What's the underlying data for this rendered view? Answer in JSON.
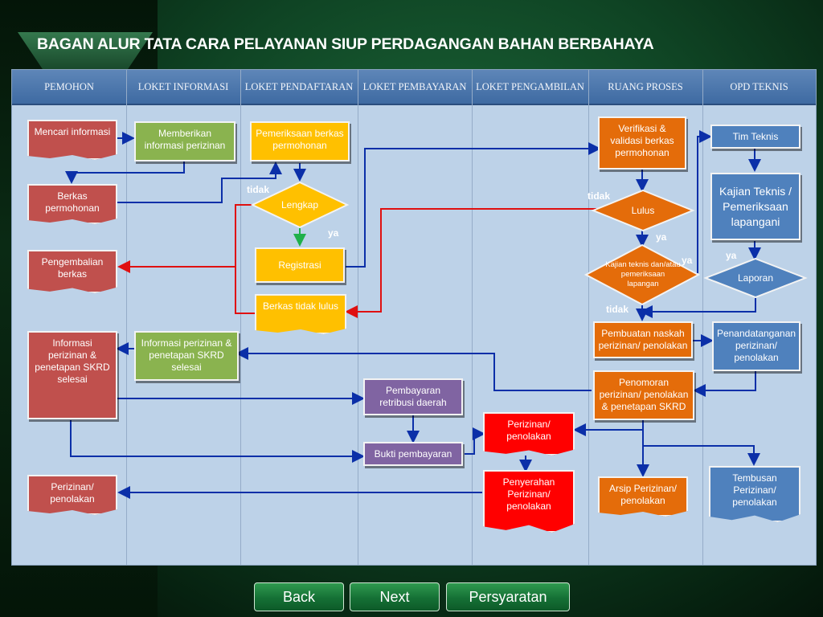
{
  "title": "BAGAN ALUR TATA CARA PELAYANAN SIUP PERDAGANGAN BAHAN BERBAHAYA",
  "columns": [
    {
      "label": "PEMOHON"
    },
    {
      "label": "LOKET INFORMASI"
    },
    {
      "label": "LOKET PENDAFTARAN"
    },
    {
      "label": "LOKET PEMBAYARAN"
    },
    {
      "label": "LOKET PENGAMBILAN"
    },
    {
      "label": "RUANG PROSES"
    },
    {
      "label": "OPD TEKNIS"
    }
  ],
  "nodes": {
    "mencari": "Mencari informasi",
    "berkas_permohonan": "Berkas permohonan",
    "pengembalian": "Pengembalian berkas",
    "info_selesai_pemohon": "Informasi perizinan & penetapan SKRD selesai",
    "perizinan_pemohon": "Perizinan/ penolakan",
    "memberikan_info": "Memberikan informasi perizinan",
    "info_selesai_loket": "Informasi perizinan & penetapan SKRD selesai",
    "pemeriksaan": "Pemeriksaan berkas permohonan",
    "lengkap": "Lengkap",
    "registrasi": "Registrasi",
    "berkas_tidak_lulus": "Berkas tidak lulus",
    "pembayaran_retribusi": "Pembayaran retribusi daerah",
    "bukti_pembayaran": "Bukti pembayaran",
    "perizinan_pengambilan": "Perizinan/ penolakan",
    "penyerahan": "Penyerahan Perizinan/ penolakan",
    "verifikasi": "Verifikasi & validasi berkas permohonan",
    "lulus": "Lulus",
    "kajian_teknis_diamond": "Kajian teknis dan/atau pemeriksaan lapangan",
    "pembuatan_naskah": "Pembuatan naskah perizinan/ penolakan",
    "penomoran": "Penomoran perizinan/ penolakan & penetapan SKRD",
    "arsip": "Arsip Perizinan/ penolakan",
    "tim_teknis": "Tim Teknis",
    "kajian_teknis_box": "Kajian Teknis / Pemeriksaan lapangani",
    "laporan": "Laporan",
    "penandatanganan": "Penandatanganan perizinan/ penolakan",
    "tembusan": "Tembusan Perizinan/ penolakan"
  },
  "labels": {
    "tidak": "tidak",
    "ya": "ya"
  },
  "nav": {
    "back": "Back",
    "next": "Next",
    "persyaratan": "Persyaratan"
  },
  "colors": {
    "flow_blue": "#0b2fa8",
    "flow_red": "#e01010",
    "flow_green": "#1fb04a"
  }
}
